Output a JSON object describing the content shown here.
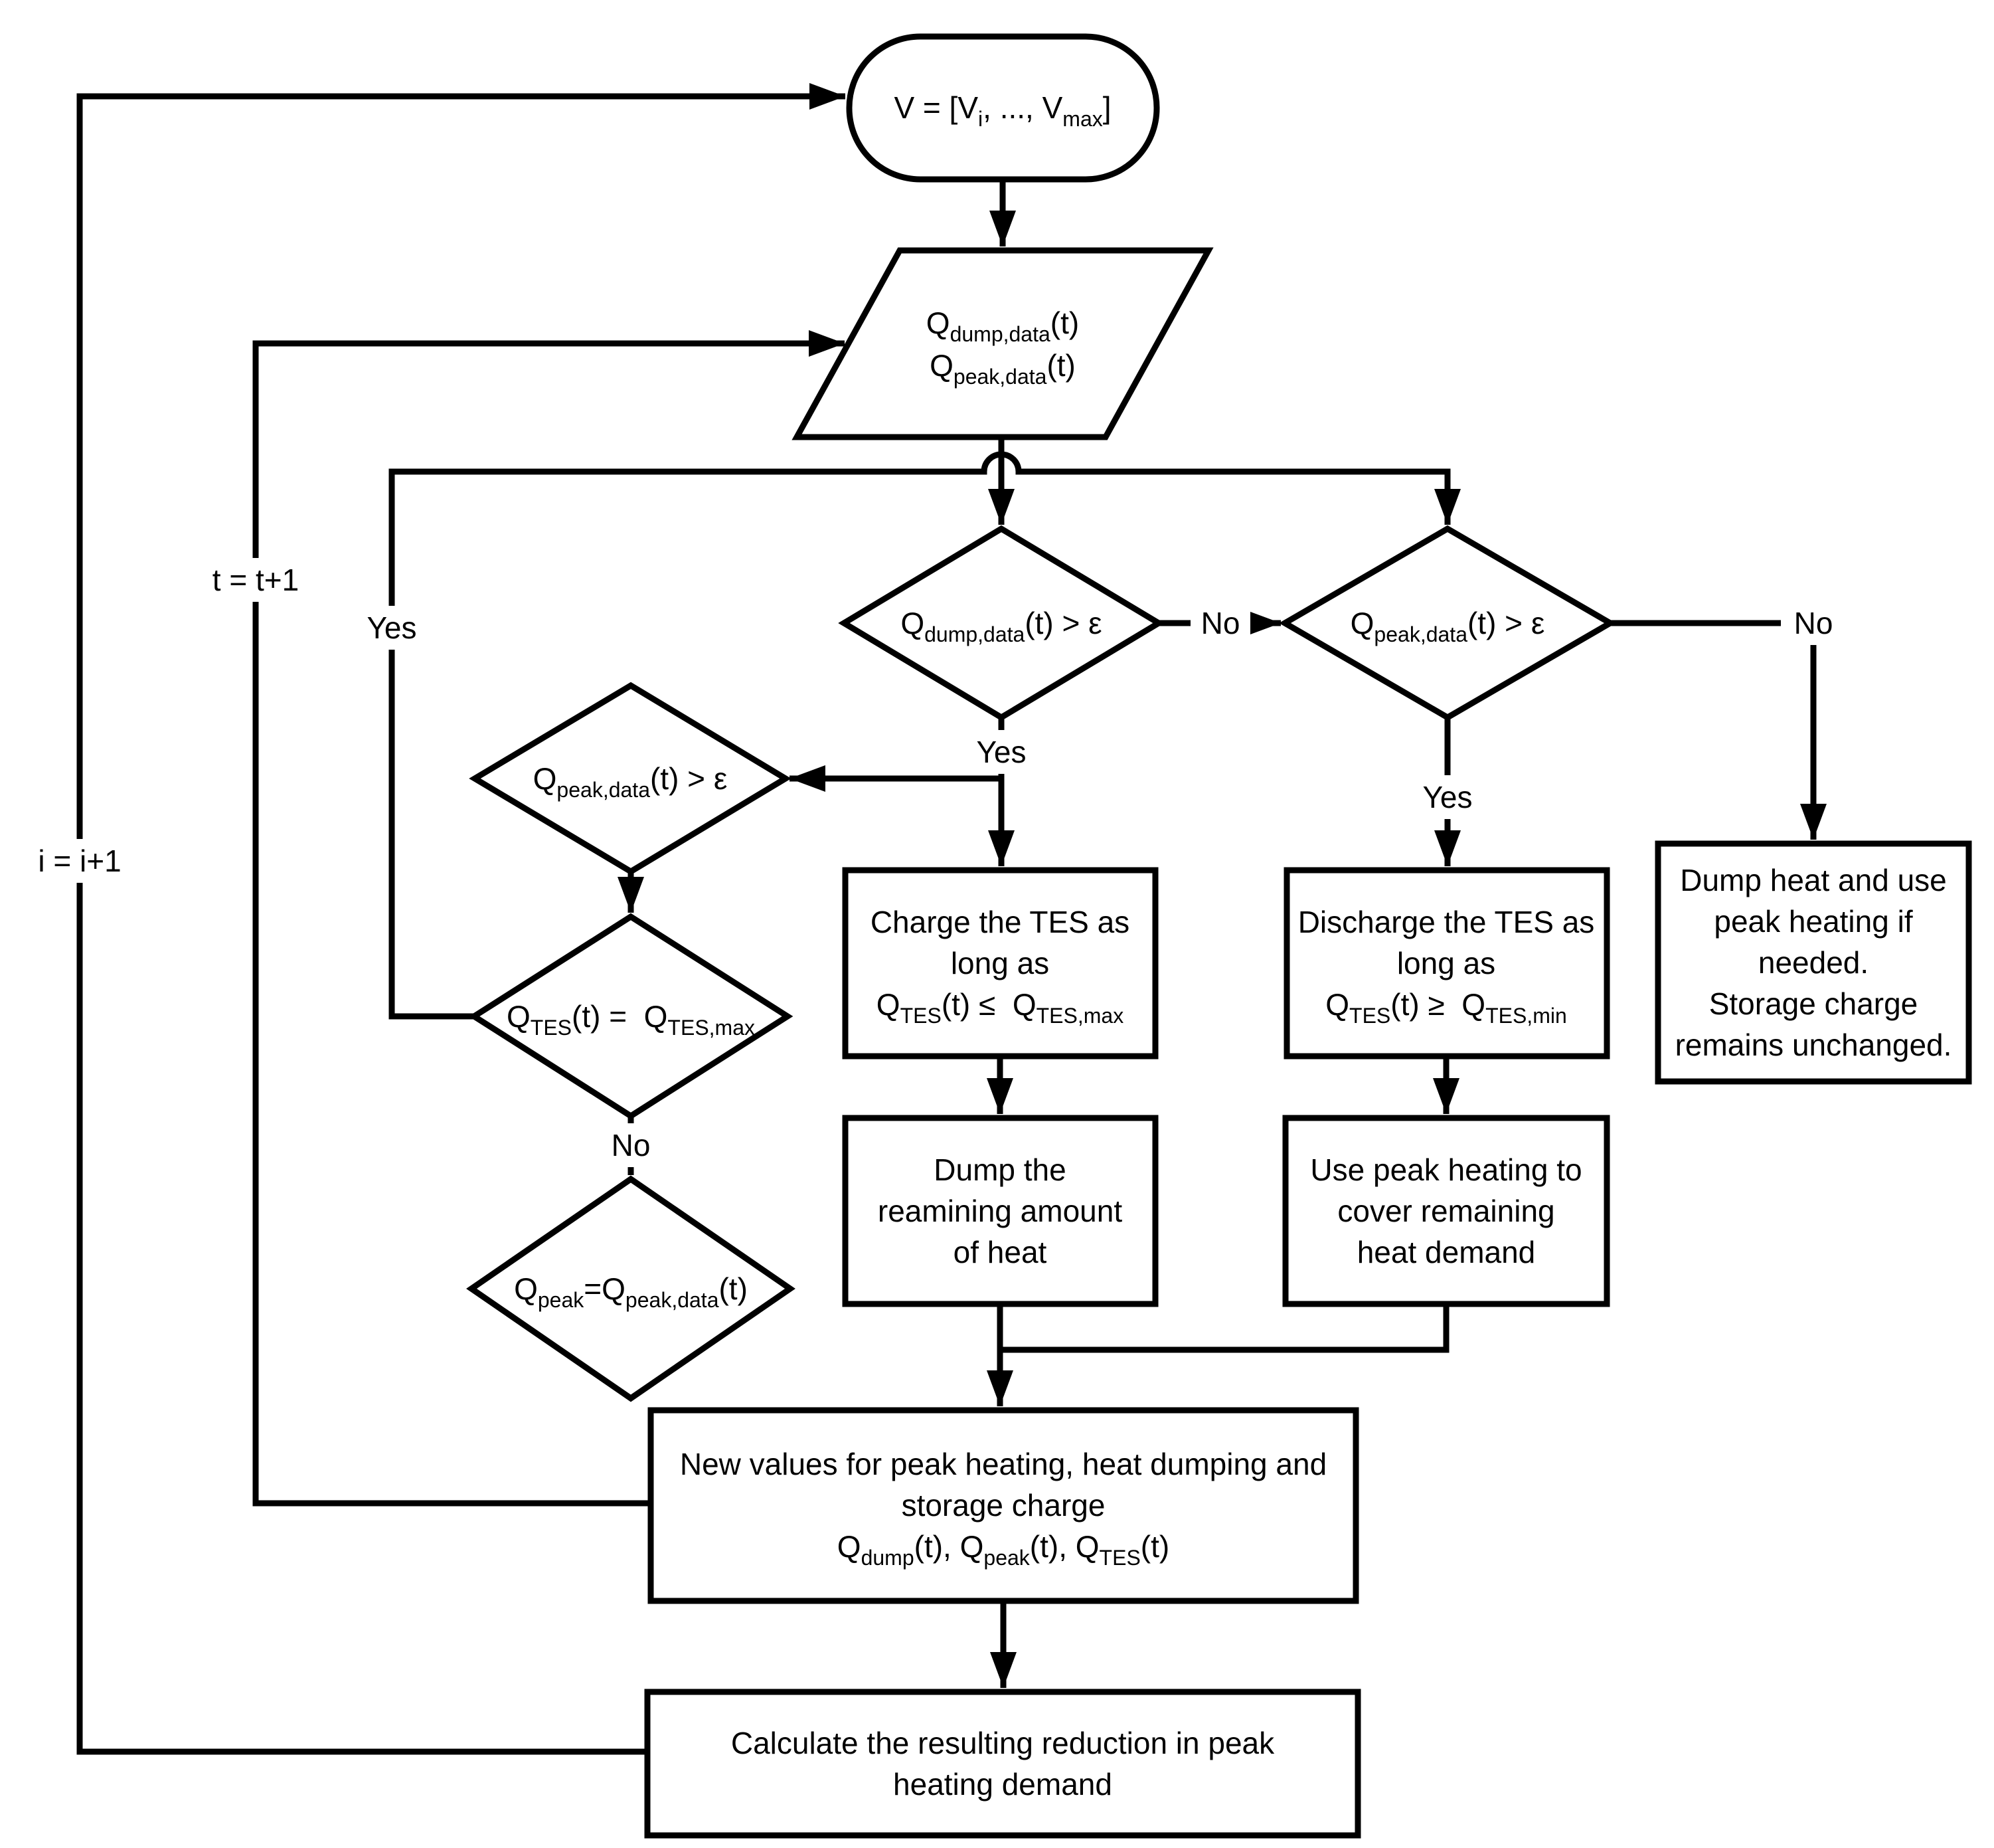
{
  "diagram": {
    "colors": {
      "background": "#ffffff",
      "line": "#000000",
      "text": "#000000"
    },
    "nodes": {
      "start": {
        "type": "terminator",
        "label": "V = [V_{i}, ..., V_{max}]"
      },
      "input_data": {
        "type": "data",
        "lines": [
          "Q_{dump,data}(t)",
          "Q_{peak,data}(t)"
        ]
      },
      "dump_check": {
        "type": "decision",
        "label": "Q_{dump,data}(t) > ε"
      },
      "peak_check_right": {
        "type": "decision",
        "label": "Q_{peak,data}(t) > ε"
      },
      "peak_check_left": {
        "type": "decision",
        "label": "Q_{peak,data}(t) > ε"
      },
      "tes_full_check": {
        "type": "decision",
        "label": "Q_{TES}(t) =  Q_{TES,max}"
      },
      "set_peak": {
        "type": "decision",
        "label": "Q_{peak}=Q_{peak,data}(t)"
      },
      "charge_tes": {
        "type": "process",
        "lines": [
          "Charge the TES as",
          "long as",
          "Q_{TES}(t) ≤  Q_{TES,max}"
        ]
      },
      "discharge_tes": {
        "type": "process",
        "lines": [
          "Discharge the TES as",
          "long as",
          "Q_{TES}(t) ≥  Q_{TES,min}"
        ]
      },
      "dump_remaining": {
        "type": "process",
        "lines": [
          "Dump the",
          "reamining amount",
          "of heat"
        ]
      },
      "use_peak_heating": {
        "type": "process",
        "lines": [
          "Use peak heating to",
          "cover remaining",
          "heat demand"
        ]
      },
      "dump_and_peak": {
        "type": "process",
        "lines": [
          "Dump heat and use",
          "peak heating if",
          "needed.",
          "Storage charge",
          "remains unchanged."
        ]
      },
      "new_values": {
        "type": "process",
        "lines": [
          "New values for peak heating, heat dumping and",
          "storage charge",
          "Q_{dump}(t), Q_{peak}(t), Q_{TES}(t)"
        ]
      },
      "calculate_reduction": {
        "type": "process",
        "lines": [
          "Calculate the resulting reduction in peak",
          "heating demand"
        ]
      }
    },
    "edge_labels": {
      "yes_tes_full": "Yes",
      "yes_dump": "Yes",
      "yes_peak": "Yes",
      "no_dump": "No",
      "no_peak": "No",
      "no_tes_full": "No",
      "t_increment": "t = t+1",
      "i_increment": "i = i+1"
    }
  }
}
